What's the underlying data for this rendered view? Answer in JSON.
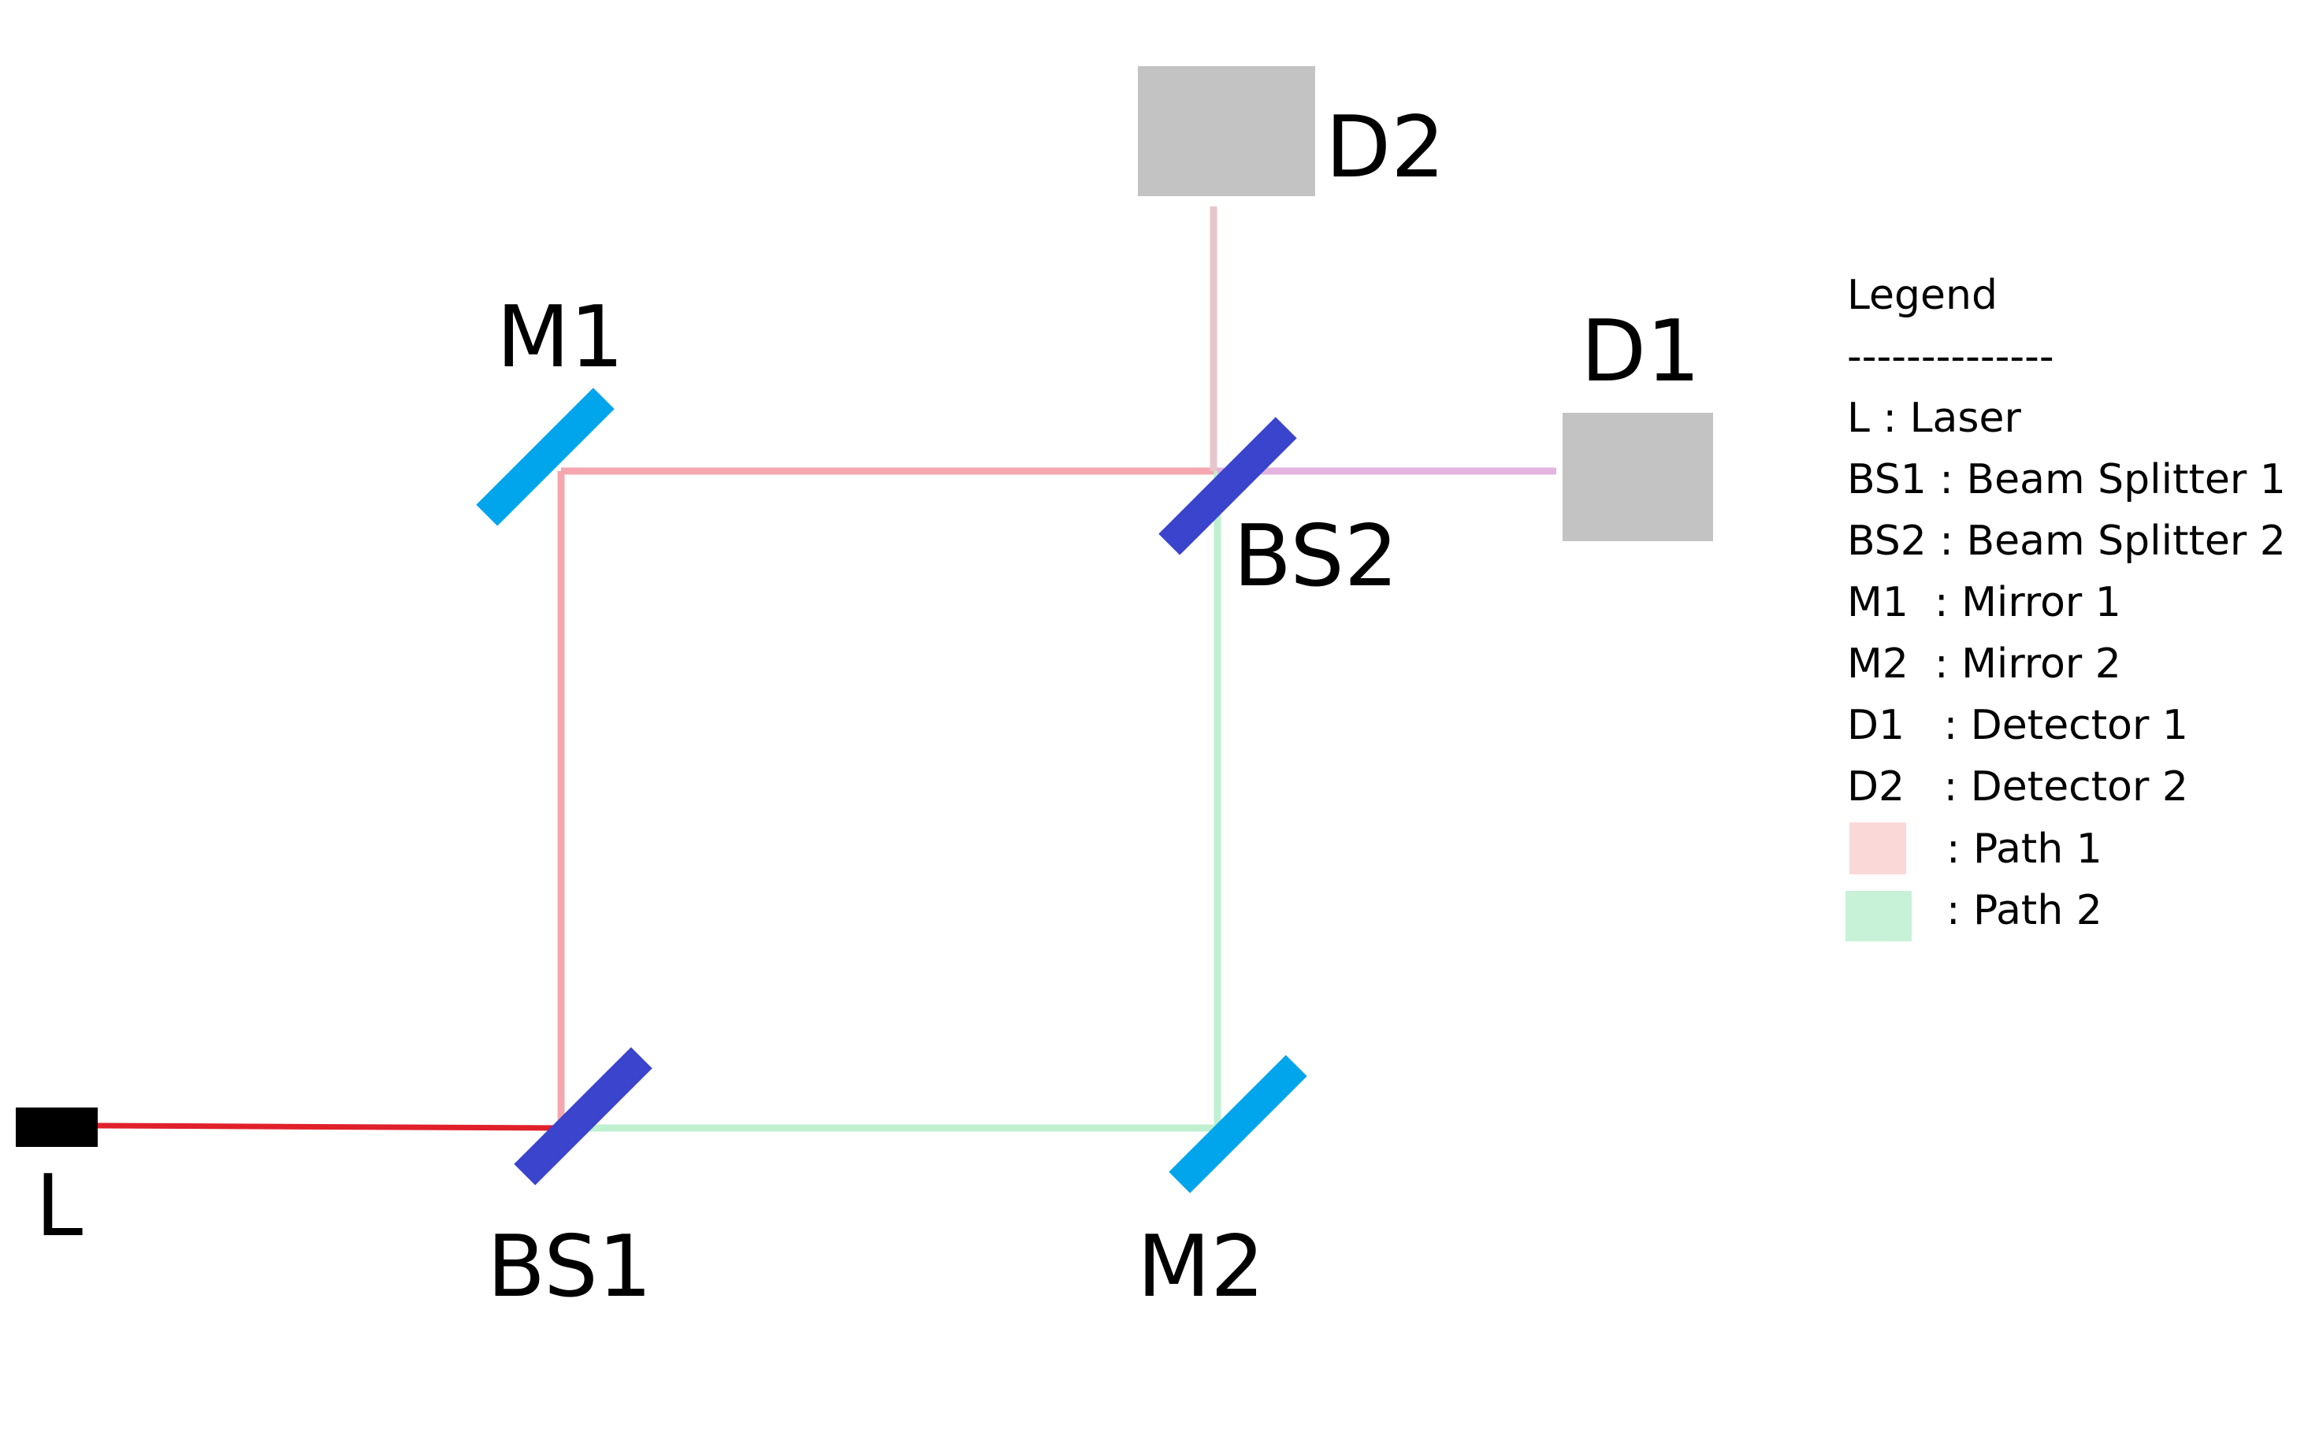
{
  "components": {
    "laser": {
      "label": "L"
    },
    "bs1": {
      "label": "BS1"
    },
    "bs2": {
      "label": "BS2"
    },
    "m1": {
      "label": "M1"
    },
    "m2": {
      "label": "M2"
    },
    "d1": {
      "label": "D1"
    },
    "d2": {
      "label": "D2"
    }
  },
  "legend": {
    "title": "Legend",
    "divider": "--------------",
    "items": [
      {
        "key": "L",
        "sep": " : ",
        "text": "Laser"
      },
      {
        "key": "BS1",
        "sep": " : ",
        "text": "Beam Splitter 1"
      },
      {
        "key": "BS2",
        "sep": " : ",
        "text": "Beam Splitter 2"
      },
      {
        "key": "M1",
        "sep": "  : ",
        "text": "Mirror 1"
      },
      {
        "key": "M2",
        "sep": "  : ",
        "text": "Mirror 2"
      },
      {
        "key": "D1",
        "sep": "   : ",
        "text": "Detector 1"
      },
      {
        "key": "D2",
        "sep": "   : ",
        "text": "Detector 2"
      }
    ],
    "path1_label": ": Path 1",
    "path2_label": ": Path 2"
  },
  "colors": {
    "laser_beam": "#e0202a",
    "path1": "#f4a7ae",
    "path2": "#bff0d0",
    "output_d1": "#e4b4e0",
    "output_d2": "#e6c6ca",
    "beam_splitter": "#3b44cc",
    "mirror": "#00a5ec",
    "detector": "#c3c3c3",
    "laser_body": "#000000",
    "legend_path1_swatch": "#fad8d8",
    "legend_path2_swatch": "#c8f2d8"
  }
}
